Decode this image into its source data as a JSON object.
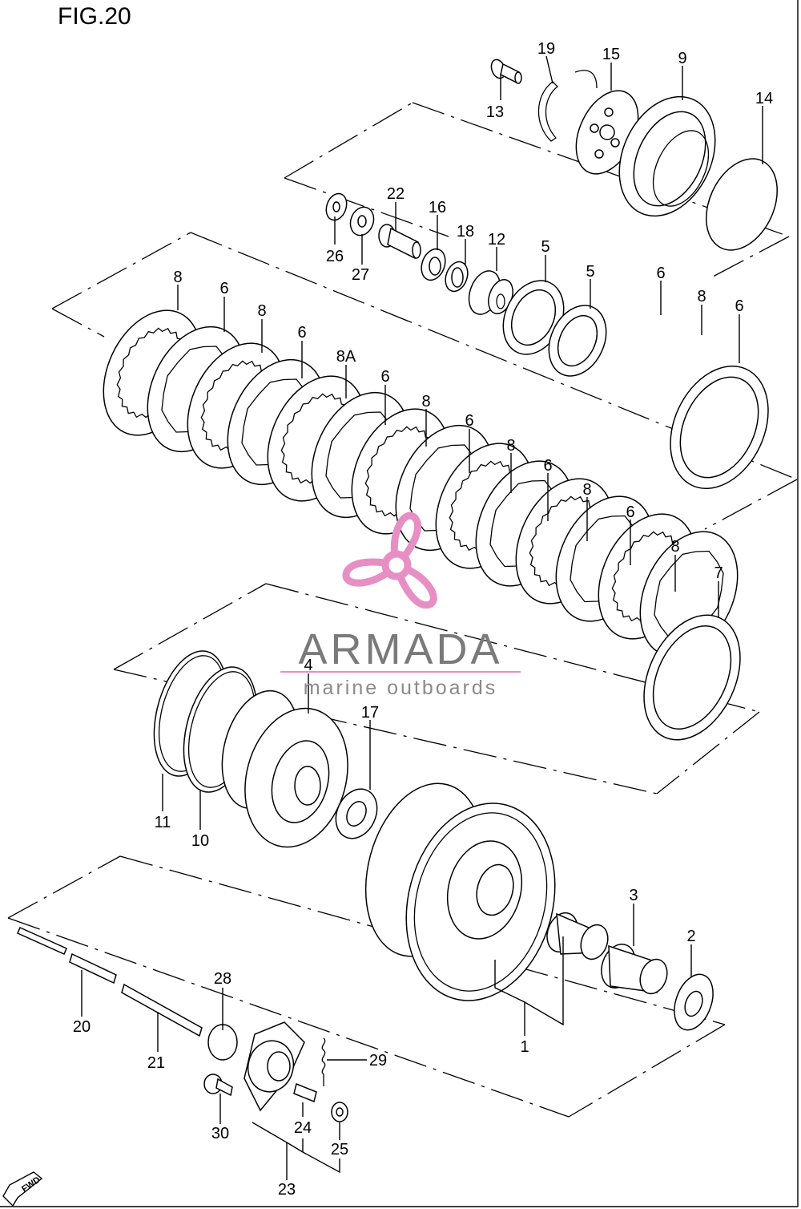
{
  "figure": {
    "title": "FIG.20"
  },
  "watermark": {
    "brand": "ARMADA",
    "tagline": "marine outboards",
    "accent": "#e78fc4",
    "text_color": "#7a7a7a"
  },
  "fwd_badge": {
    "label": "FWD"
  },
  "callouts": [
    {
      "id": "c13",
      "label": "13"
    },
    {
      "id": "c19",
      "label": "19"
    },
    {
      "id": "c15",
      "label": "15"
    },
    {
      "id": "c9",
      "label": "9"
    },
    {
      "id": "c14",
      "label": "14"
    },
    {
      "id": "c22",
      "label": "22"
    },
    {
      "id": "c16",
      "label": "16"
    },
    {
      "id": "c18",
      "label": "18"
    },
    {
      "id": "c12",
      "label": "12"
    },
    {
      "id": "c26",
      "label": "26"
    },
    {
      "id": "c27",
      "label": "27"
    },
    {
      "id": "c5a",
      "label": "5"
    },
    {
      "id": "c5b",
      "label": "5"
    },
    {
      "id": "c6a",
      "label": "6"
    },
    {
      "id": "c8a",
      "label": "8"
    },
    {
      "id": "c6b",
      "label": "6"
    },
    {
      "id": "c8b",
      "label": "8"
    },
    {
      "id": "c6c",
      "label": "6"
    },
    {
      "id": "c8c",
      "label": "8"
    },
    {
      "id": "c6d",
      "label": "6"
    },
    {
      "id": "c8A",
      "label": "8A"
    },
    {
      "id": "c6e",
      "label": "6"
    },
    {
      "id": "c8d",
      "label": "8"
    },
    {
      "id": "c6f",
      "label": "6"
    },
    {
      "id": "c8e",
      "label": "8"
    },
    {
      "id": "c6g",
      "label": "6"
    },
    {
      "id": "c8f",
      "label": "8"
    },
    {
      "id": "c6h",
      "label": "6"
    },
    {
      "id": "c8g",
      "label": "8"
    },
    {
      "id": "c7",
      "label": "7"
    },
    {
      "id": "c4",
      "label": "4"
    },
    {
      "id": "c17",
      "label": "17"
    },
    {
      "id": "c11",
      "label": "11"
    },
    {
      "id": "c10",
      "label": "10"
    },
    {
      "id": "c3",
      "label": "3"
    },
    {
      "id": "c2",
      "label": "2"
    },
    {
      "id": "c1",
      "label": "1"
    },
    {
      "id": "c28",
      "label": "28"
    },
    {
      "id": "c29",
      "label": "29"
    },
    {
      "id": "c20",
      "label": "20"
    },
    {
      "id": "c21",
      "label": "21"
    },
    {
      "id": "c30",
      "label": "30"
    },
    {
      "id": "c24",
      "label": "24"
    },
    {
      "id": "c25",
      "label": "25"
    },
    {
      "id": "c23",
      "label": "23"
    }
  ]
}
